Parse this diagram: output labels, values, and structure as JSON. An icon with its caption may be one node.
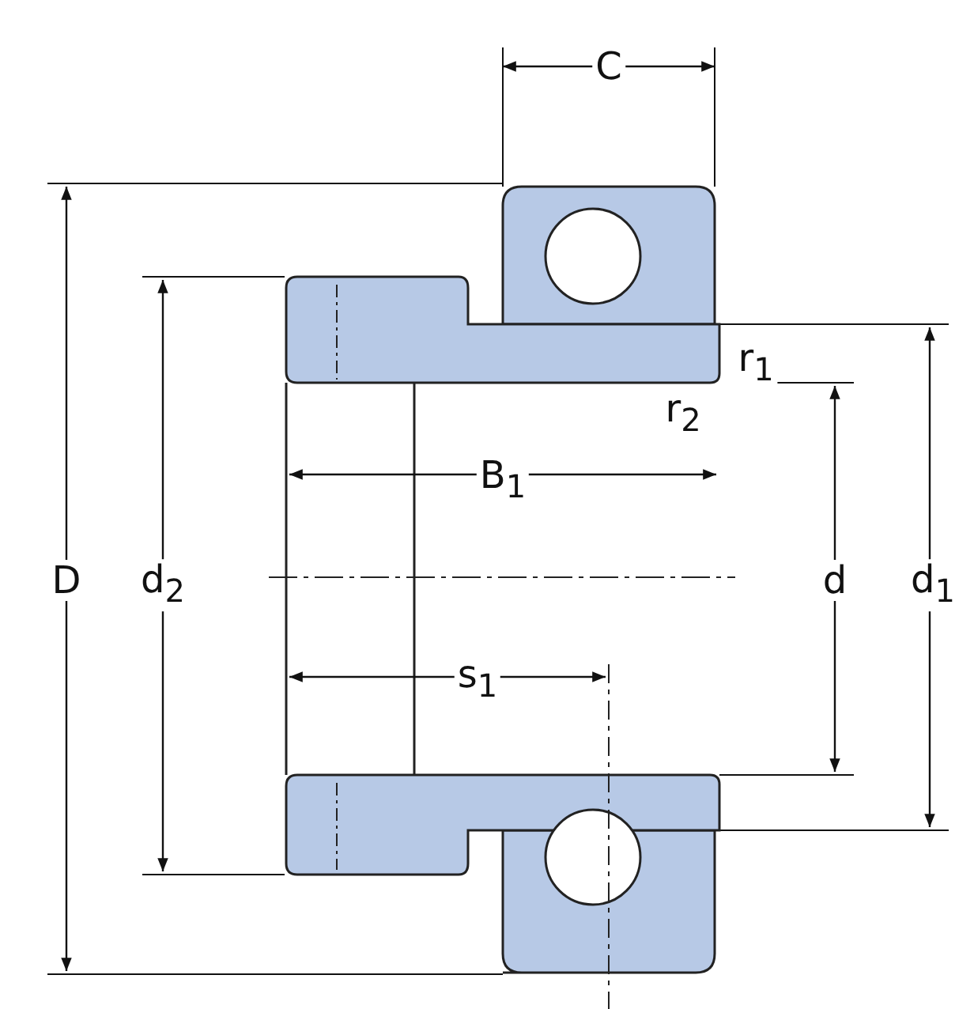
{
  "diagram": {
    "labels": [
      "C",
      "r$_{1}$",
      "r$_{2}$",
      "B$_{1}$",
      "D",
      "d$_{2}$",
      "d",
      "d$_{1}$",
      "s$_{1}$"
    ]
  }
}
